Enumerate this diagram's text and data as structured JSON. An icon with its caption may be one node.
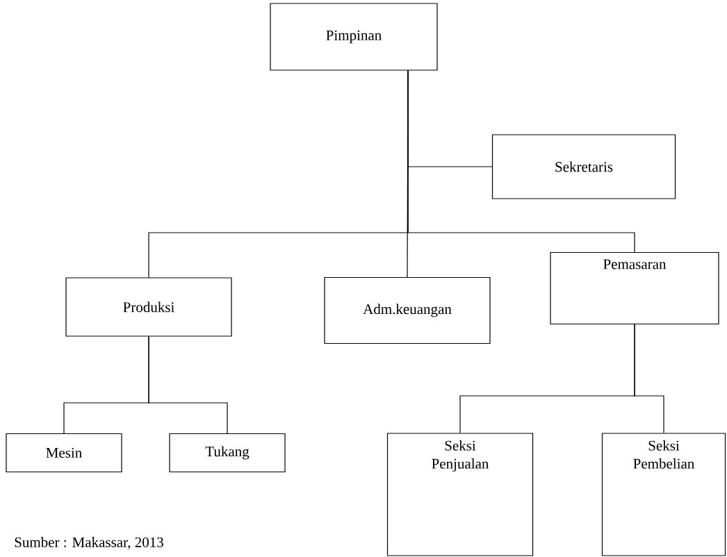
{
  "diagram": {
    "caption": "Sumber : Makassar, 2013",
    "nodes": [
      {
        "text": [
          "Pimpinan"
        ]
      },
      {
        "text": [
          "Sekretaris"
        ]
      },
      {
        "text": [
          "Produksi"
        ]
      },
      {
        "text": [
          "Adm.keuangan"
        ]
      },
      {
        "text": [
          "Pemasaran"
        ]
      },
      {
        "text": [
          "Mesin"
        ]
      },
      {
        "text": [
          "Tukang"
        ]
      },
      {
        "text": [
          "Seksi Penjualan"
        ]
      },
      {
        "text": [
          "Seksi Pembelian"
        ]
      }
    ],
    "edges": [
      {
        "from": 0,
        "to": 1,
        "arrow": "none"
      },
      {
        "from": 0,
        "to": 2,
        "arrow": "none"
      },
      {
        "from": 0,
        "to": 3,
        "arrow": "none"
      },
      {
        "from": 0,
        "to": 4,
        "arrow": "none"
      },
      {
        "from": 2,
        "to": 5,
        "arrow": "none"
      },
      {
        "from": 2,
        "to": 6,
        "arrow": "none"
      },
      {
        "from": 4,
        "to": 7,
        "arrow": "none"
      },
      {
        "from": 4,
        "to": 8,
        "arrow": "none"
      }
    ]
  }
}
